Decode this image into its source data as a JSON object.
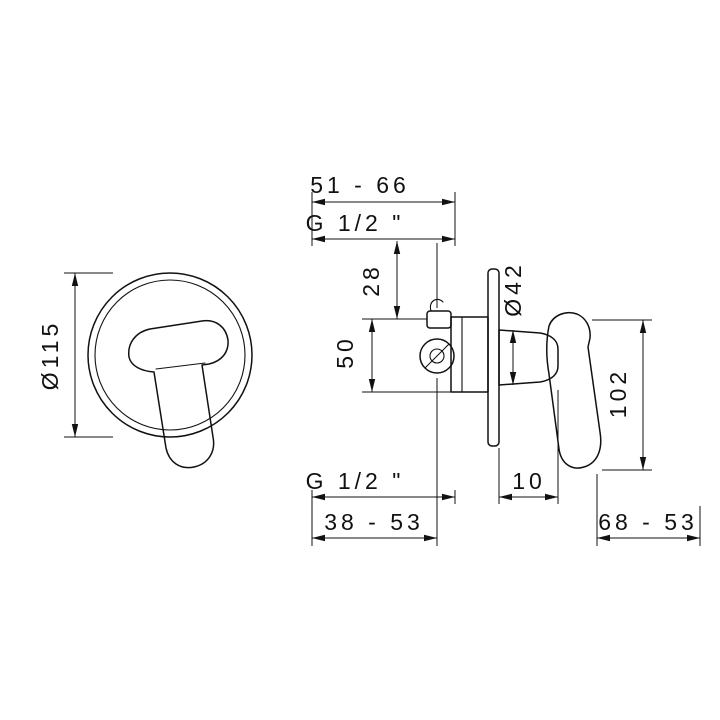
{
  "drawing": {
    "front_view": {
      "diameter_label": "Ø115"
    },
    "side_view": {
      "top_range": "51 - 66",
      "top_thread": "G  1/2 \"",
      "port_offset": "28",
      "port_spacing": "50",
      "body_diameter": "Ø42",
      "handle_length": "102",
      "bottom_thread": "G  1/2 \"",
      "plate_depth": "10",
      "bottom_range_near": "38 - 53",
      "bottom_range_far": "68 - 53"
    },
    "colors": {
      "line": "#111111",
      "background": "#ffffff"
    }
  }
}
